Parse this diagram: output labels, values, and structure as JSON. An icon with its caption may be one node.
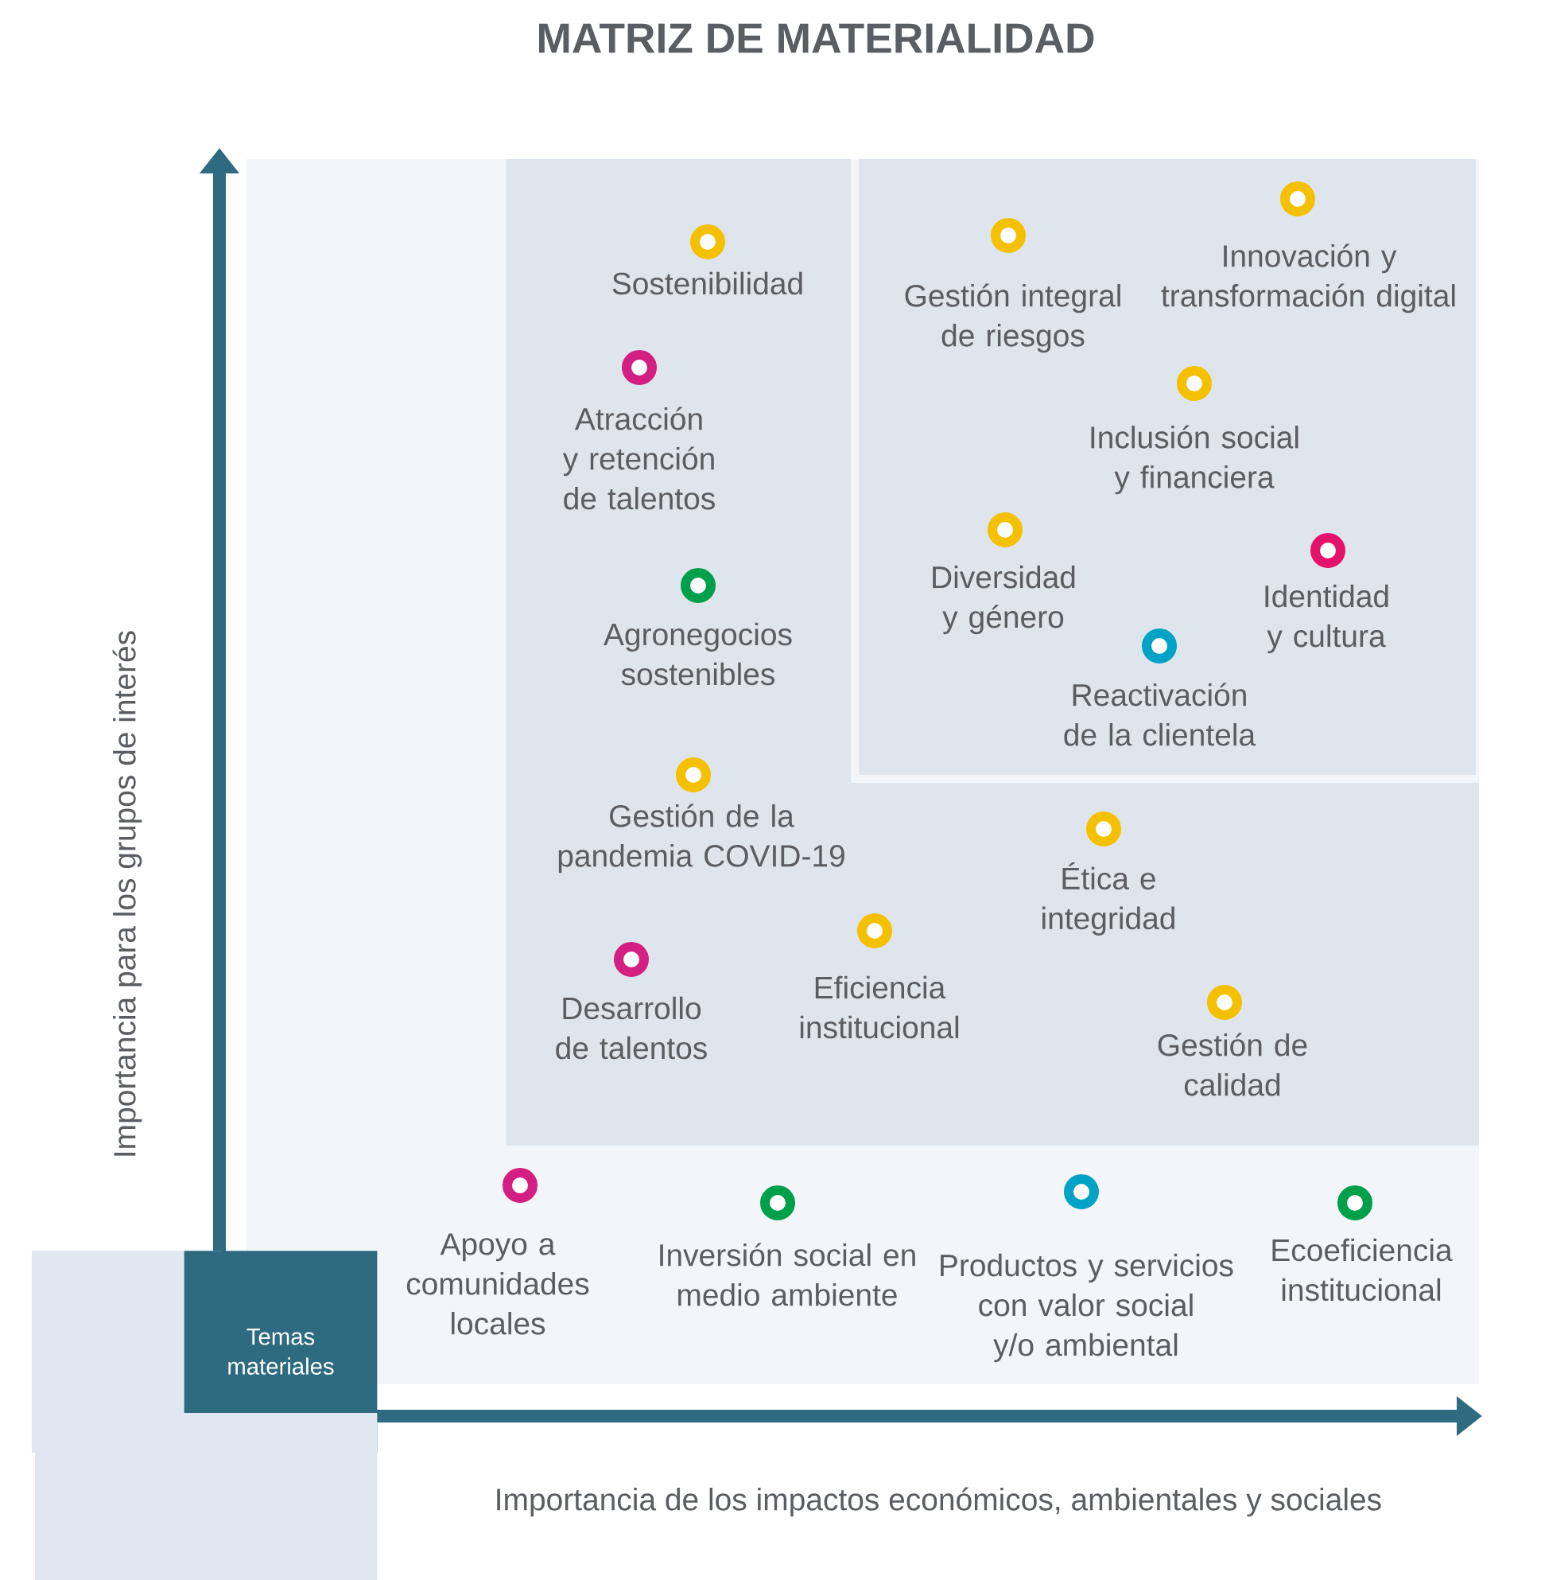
{
  "diagram": {
    "title": "MATRIZ DE MATERIALIDAD",
    "nodes": [
      {
        "text": [],
        "shape": "box"
      },
      {
        "text": [
          "Temas materiales"
        ]
      },
      {
        "text": [],
        "shape": "box"
      },
      {
        "text": [],
        "shape": "box"
      }
    ],
    "labels": [
      "Sostenibilidad",
      "Gestión integral de riesgos",
      "Innovación y transformación digital",
      "Atracción y retención de talentos",
      "Inclusión social y financiera",
      "Diversidad y género",
      "Identidad y cultura",
      "Agronegocios sostenibles",
      "Reactivación de la clientela",
      "Gestión de la pandemia COVID-19",
      "Ética e integridad",
      "Eficiencia institucional",
      "Desarrollo de talentos",
      "Gestión de calidad",
      "Apoyo a comunidades locales",
      "Inversión social en medio ambiente",
      "Productos y servicios con valor social y/o ambiental",
      "Ecoeficiencia institucional",
      "Importancia para los grupos de interés",
      "Importancia de los impactos económicos, ambientales y sociales"
    ]
  }
}
